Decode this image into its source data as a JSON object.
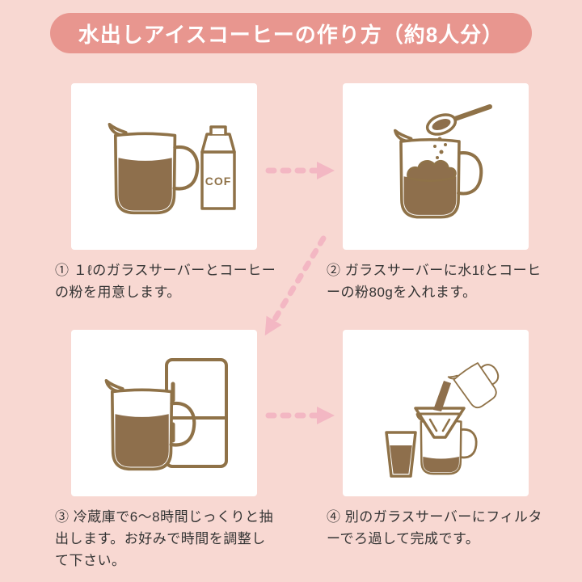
{
  "title": "水出しアイスコーヒーの作り方（約8人分）",
  "package_label": "COF",
  "steps": [
    {
      "caption": "① １ℓのガラスサーバーとコーヒーの粉を用意します。",
      "illustration": "glass-server-and-coffee-package"
    },
    {
      "caption": "② ガラスサーバーに水1ℓとコーヒーの粉80gを入れます。",
      "illustration": "adding-coffee-grounds-with-spoon"
    },
    {
      "caption": "③ 冷蔵庫で6〜8時間じっくりと抽出します。お好みで時間を調整して下さい。",
      "illustration": "server-brewing-in-refrigerator"
    },
    {
      "caption": "④ 別のガラスサーバーにフィルターでろ過して完成です。",
      "illustration": "filtering-into-another-server"
    }
  ],
  "flow": [
    "step1-to-step2",
    "step2-to-step3",
    "step3-to-step4"
  ],
  "colors": {
    "background": "#f8d8d2",
    "banner": "#e8968f",
    "banner_text": "#ffffff",
    "panel_background": "#ffffff",
    "illustration_line": "#8f7248",
    "coffee_fill": "#8e6f4c",
    "arrow": "#f3b7c3",
    "caption_text": "#333333"
  }
}
